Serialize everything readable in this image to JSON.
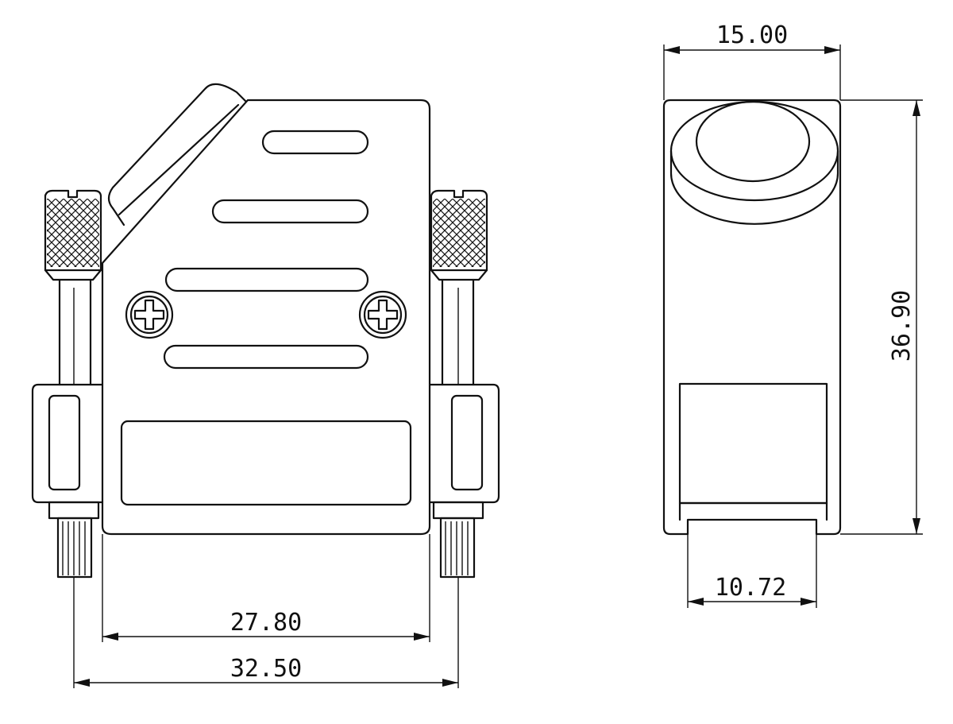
{
  "colors": {
    "line": "#111111",
    "background": "#ffffff"
  },
  "dimensions": {
    "front_body_width": "27.80",
    "front_overall_width": "32.50",
    "side_width": "15.00",
    "side_height": "36.90",
    "side_bottom_width": "10.72"
  }
}
